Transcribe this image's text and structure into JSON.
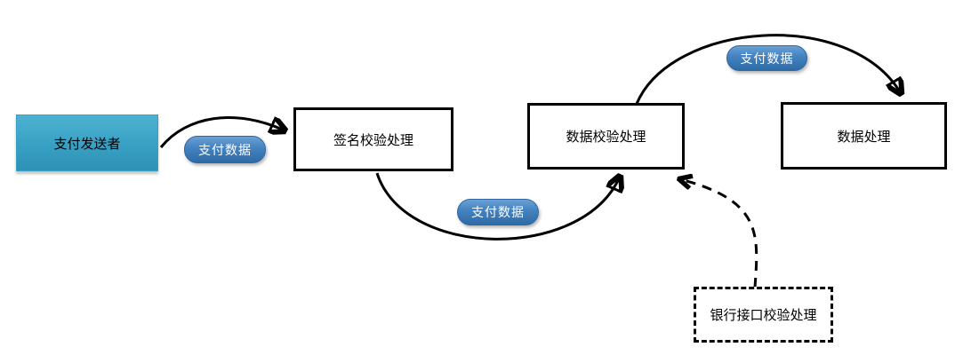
{
  "diagram": {
    "nodes": [
      {
        "id": "sender",
        "label": "支付发送者",
        "shape": "filled-rect"
      },
      {
        "id": "signature-check",
        "label": "签名校验处理",
        "shape": "outline-rect"
      },
      {
        "id": "data-check",
        "label": "数据校验处理",
        "shape": "outline-rect"
      },
      {
        "id": "data-process",
        "label": "数据处理",
        "shape": "outline-rect"
      },
      {
        "id": "bank-interface-check",
        "label": "银行接口校验处理",
        "shape": "dashed-rect"
      }
    ],
    "edges": [
      {
        "from": "sender",
        "to": "signature-check",
        "label": "支付数据",
        "style": "solid-curve"
      },
      {
        "from": "signature-check",
        "to": "data-check",
        "label": "支付数据",
        "style": "solid-curve"
      },
      {
        "from": "data-check",
        "to": "data-process",
        "label": "支付数据",
        "style": "solid-curve"
      },
      {
        "from": "bank-interface-check",
        "to": "data-check",
        "label": "",
        "style": "dashed-curve-open-arrowhead"
      }
    ],
    "colors": {
      "background": "#ffffff",
      "sender_fill_top": "#4cb2d2",
      "sender_fill_bottom": "#2d90b5",
      "pill_fill_top": "#6ba1d4",
      "pill_fill_bottom": "#2e6ba6",
      "pill_text": "#ffffff",
      "node_text": "#000000",
      "arrow": "#000000"
    }
  }
}
